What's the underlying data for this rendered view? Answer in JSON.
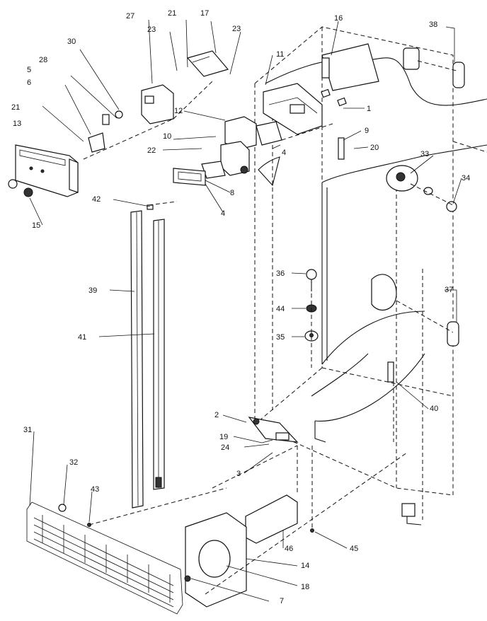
{
  "callouts": [
    {
      "id": "c1",
      "label": "1"
    },
    {
      "id": "c2",
      "label": "2"
    },
    {
      "id": "c3",
      "label": "3"
    },
    {
      "id": "c4a",
      "label": "4"
    },
    {
      "id": "c4b",
      "label": "4"
    },
    {
      "id": "c5",
      "label": "5"
    },
    {
      "id": "c6",
      "label": "6"
    },
    {
      "id": "c7",
      "label": "7"
    },
    {
      "id": "c8",
      "label": "8"
    },
    {
      "id": "c9",
      "label": "9"
    },
    {
      "id": "c10",
      "label": "10"
    },
    {
      "id": "c11",
      "label": "11"
    },
    {
      "id": "c12",
      "label": "12"
    },
    {
      "id": "c13",
      "label": "13"
    },
    {
      "id": "c14",
      "label": "14"
    },
    {
      "id": "c15",
      "label": "15"
    },
    {
      "id": "c16",
      "label": "16"
    },
    {
      "id": "c17",
      "label": "17"
    },
    {
      "id": "c18",
      "label": "18"
    },
    {
      "id": "c19",
      "label": "19"
    },
    {
      "id": "c20",
      "label": "20"
    },
    {
      "id": "c21a",
      "label": "21"
    },
    {
      "id": "c21b",
      "label": "21"
    },
    {
      "id": "c22",
      "label": "22"
    },
    {
      "id": "c23a",
      "label": "23"
    },
    {
      "id": "c23b",
      "label": "23"
    },
    {
      "id": "c24",
      "label": "24"
    },
    {
      "id": "c27",
      "label": "27"
    },
    {
      "id": "c28",
      "label": "28"
    },
    {
      "id": "c30",
      "label": "30"
    },
    {
      "id": "c31",
      "label": "31"
    },
    {
      "id": "c32",
      "label": "32"
    },
    {
      "id": "c33",
      "label": "33"
    },
    {
      "id": "c34",
      "label": "34"
    },
    {
      "id": "c35",
      "label": "35"
    },
    {
      "id": "c36",
      "label": "36"
    },
    {
      "id": "c37",
      "label": "37"
    },
    {
      "id": "c38",
      "label": "38"
    },
    {
      "id": "c39",
      "label": "39"
    },
    {
      "id": "c40",
      "label": "40"
    },
    {
      "id": "c41",
      "label": "41"
    },
    {
      "id": "c42",
      "label": "42"
    },
    {
      "id": "c43",
      "label": "43"
    },
    {
      "id": "c44",
      "label": "44"
    },
    {
      "id": "c45",
      "label": "45"
    },
    {
      "id": "c46",
      "label": "46"
    }
  ]
}
